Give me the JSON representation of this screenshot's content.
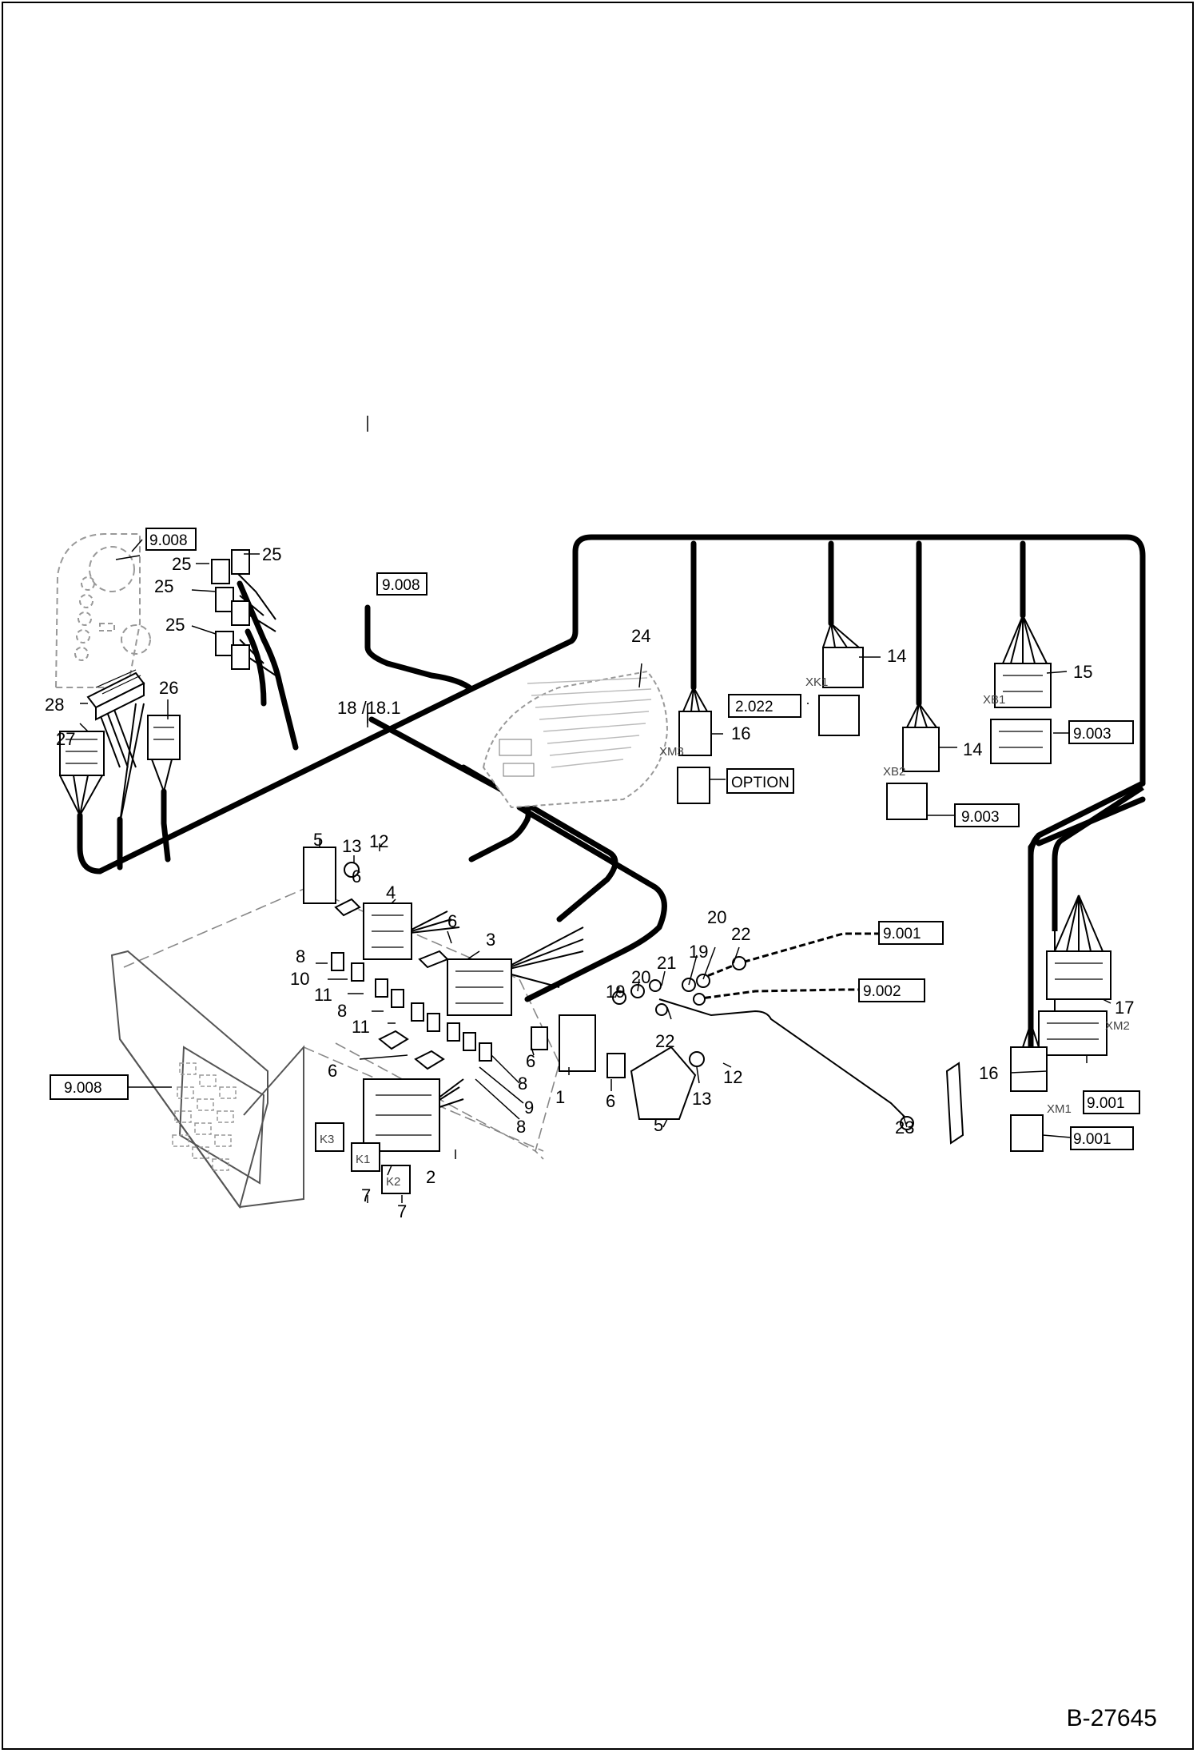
{
  "document_id": "B-27645",
  "callouts": [
    "1",
    "2",
    "3",
    "4",
    "5",
    "5",
    "6",
    "6",
    "6",
    "6",
    "6",
    "7",
    "7",
    "8",
    "8",
    "8",
    "8",
    "9",
    "10",
    "11",
    "11",
    "12",
    "12",
    "13",
    "13",
    "14",
    "14",
    "15",
    "16",
    "16",
    "17",
    "18 /18.1",
    "19",
    "19",
    "20",
    "20",
    "21",
    "22",
    "22",
    "23",
    "24",
    "25",
    "25",
    "25",
    "25",
    "26",
    "27",
    "28"
  ],
  "reference_boxes": [
    "9.008",
    "9.008",
    "9.008",
    "2.022",
    "9.003",
    "9.003",
    "OPTION",
    "9.001",
    "9.002",
    "9.001",
    "9.001"
  ],
  "connector_tags": [
    "XK1",
    "XB1",
    "XB2",
    "XM3",
    "XM2",
    "XM1",
    "K3",
    "K1",
    "K2"
  ]
}
